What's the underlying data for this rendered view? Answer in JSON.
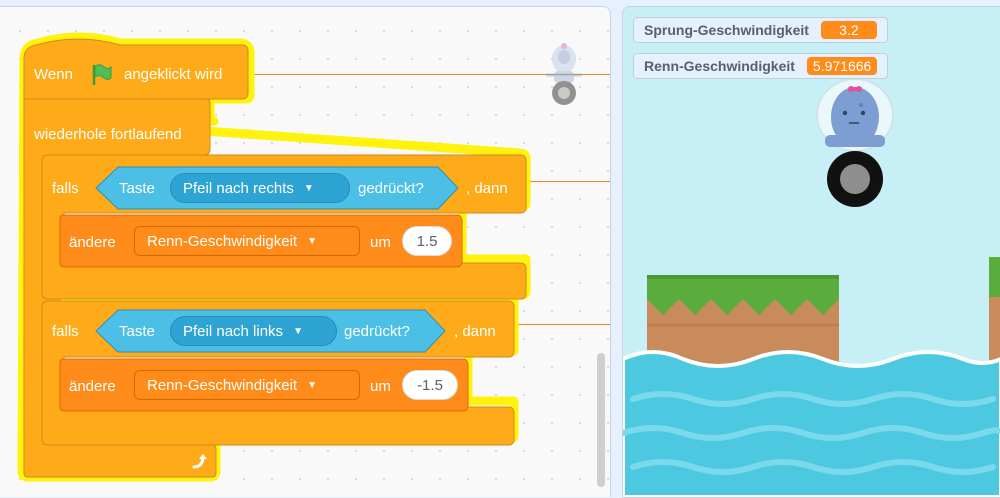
{
  "script": {
    "hat": {
      "before": "Wenn",
      "after": "angeklickt wird",
      "icon": "green-flag-icon"
    },
    "forever_label": "wiederhole fortlaufend",
    "if_blocks": [
      {
        "if_label": "falls",
        "sensing_label": "Taste",
        "key_option": "Pfeil nach rechts",
        "pressed_label": "gedrückt?",
        "then_label": ", dann",
        "change_label": "ändere",
        "variable": "Renn-Geschwindigkeit",
        "by_label": "um",
        "value": "1.5"
      },
      {
        "if_label": "falls",
        "sensing_label": "Taste",
        "key_option": "Pfeil nach links",
        "pressed_label": "gedrückt?",
        "then_label": ", dann",
        "change_label": "ändere",
        "variable": "Renn-Geschwindigkeit",
        "by_label": "um",
        "value": "-1.5"
      }
    ],
    "loop_icon": "loop-arrow-icon"
  },
  "monitors": [
    {
      "label": "Sprung-Geschwindigkeit",
      "value": "3.2"
    },
    {
      "label": "Renn-Geschwindigkeit",
      "value": "5.971666"
    }
  ],
  "colors": {
    "events": "#ffab19",
    "control": "#ffab19",
    "variables": "#ff8c1a",
    "sensing": "#4cbfe6",
    "glow": "#fff200",
    "water": "#4cc9e0",
    "grass": "#5cb83a"
  }
}
